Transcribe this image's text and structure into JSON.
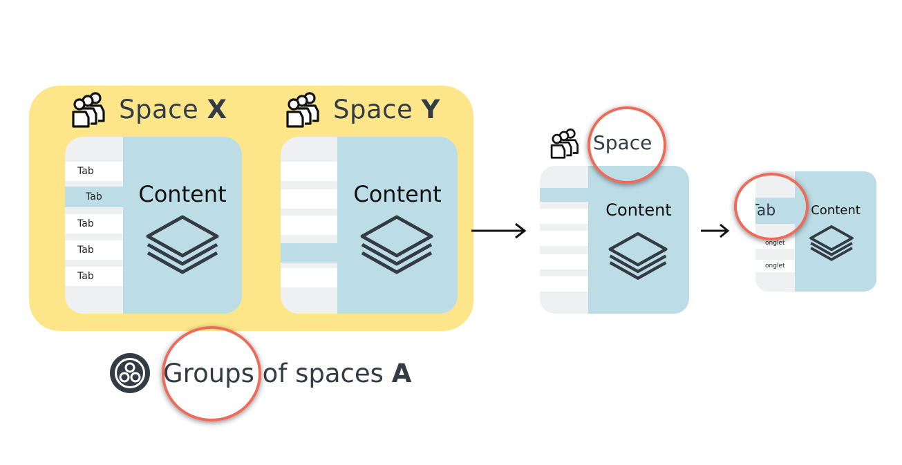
{
  "group": {
    "label_prefix": "Groups of spaces",
    "label_letter": "A",
    "icon": "groups-of-spaces-icon"
  },
  "spaces": [
    {
      "label": "Space",
      "letter": "X",
      "icon": "users-icon"
    },
    {
      "label": "Space",
      "letter": "Y",
      "icon": "users-icon"
    }
  ],
  "space_x_tabs": [
    "Tab",
    "Tab",
    "Tab",
    "Tab",
    "Tab"
  ],
  "content_label": "Content",
  "layers_icon": "layers-icon",
  "single_space": {
    "label": "Space",
    "content_label": "Content"
  },
  "tab_view": {
    "tab_label": "Tab",
    "content_label": "Content",
    "extra_tabs": [
      "onglet",
      "onglet"
    ]
  },
  "colors": {
    "group_bg": "#fde68a",
    "content_bg": "#bcdde6",
    "highlight_circle": "#ee6b5a",
    "text": "#333b45"
  }
}
